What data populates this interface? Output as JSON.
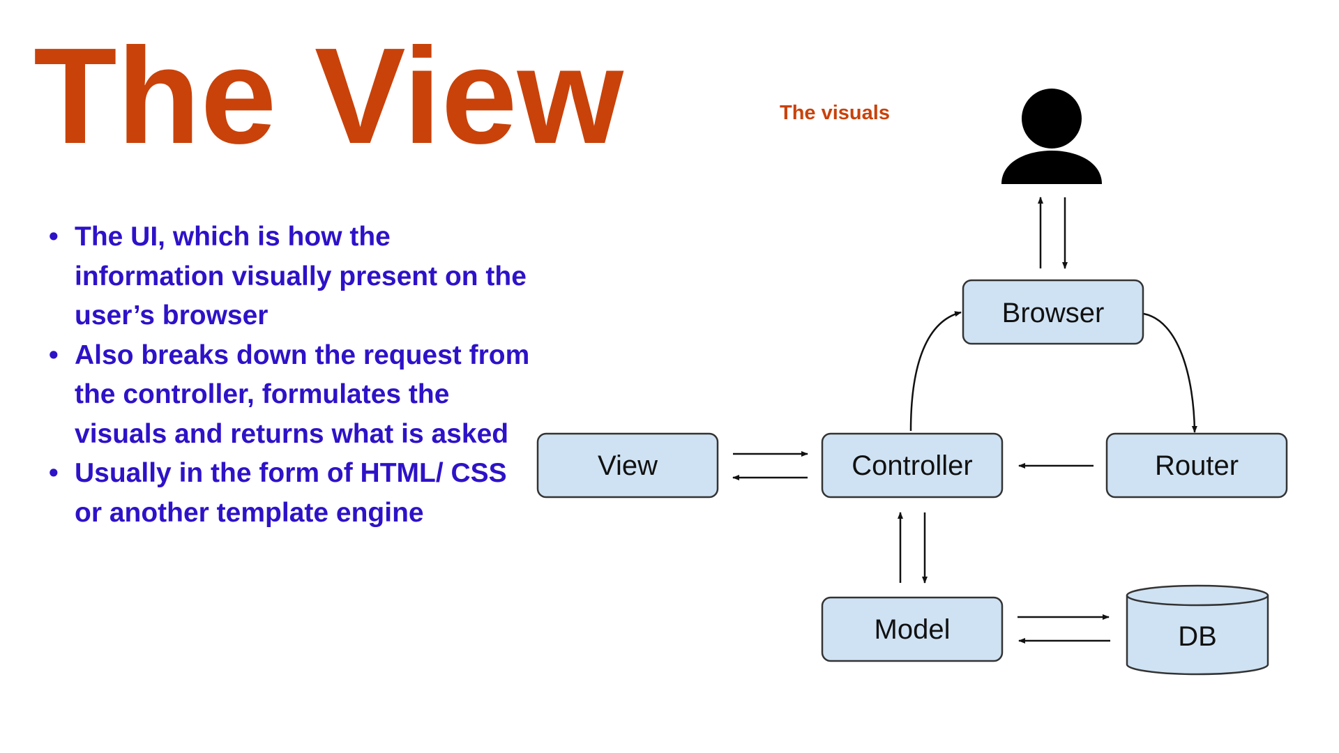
{
  "title": "The View",
  "subtitle": "The visuals",
  "bullets": [
    "The UI, which is how the information visually present on the user’s browser",
    "Also breaks down the request from the controller, formulates the visuals and returns what is asked",
    "Usually in the form of HTML/ CSS or another template engine"
  ],
  "diagram": {
    "nodes": {
      "browser": "Browser",
      "view": "View",
      "controller": "Controller",
      "router": "Router",
      "model": "Model",
      "db": "DB"
    },
    "icons": {
      "user": "user-icon",
      "database": "database-icon"
    },
    "colors": {
      "node_fill": "#cfe2f3",
      "node_stroke": "#333333",
      "title": "#c9420a",
      "bullet_text": "#2d12c8"
    }
  }
}
